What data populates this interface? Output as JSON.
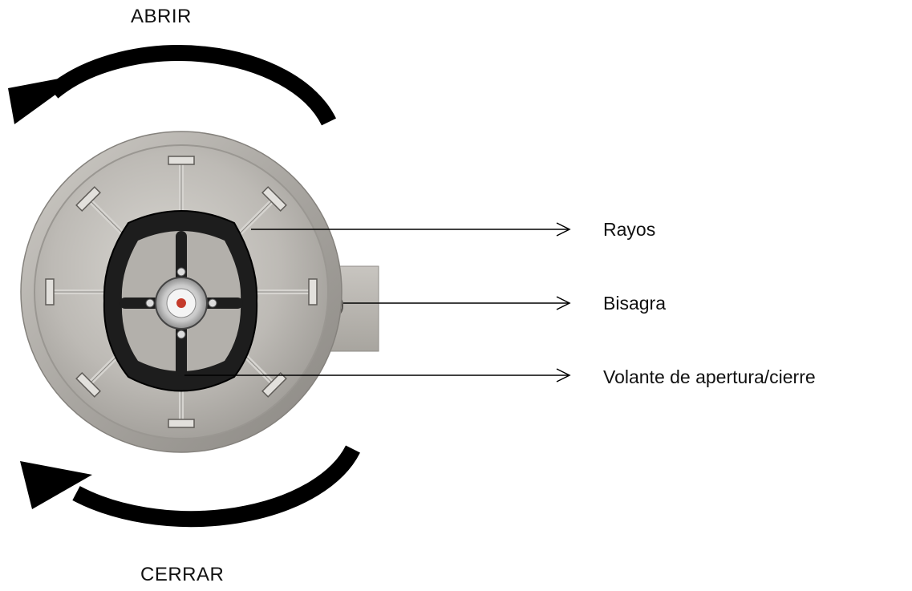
{
  "directions": {
    "open": "ABRIR",
    "close": "CERRAR"
  },
  "callouts": [
    {
      "label": "Rayos"
    },
    {
      "label": "Bisagra"
    },
    {
      "label": "Volante de apertura/cierre"
    }
  ],
  "colors": {
    "arrow": "#000000",
    "steel": "#b9b6b1",
    "steel_dark": "#7f7c78",
    "handwheel": "#1c1c1c"
  }
}
